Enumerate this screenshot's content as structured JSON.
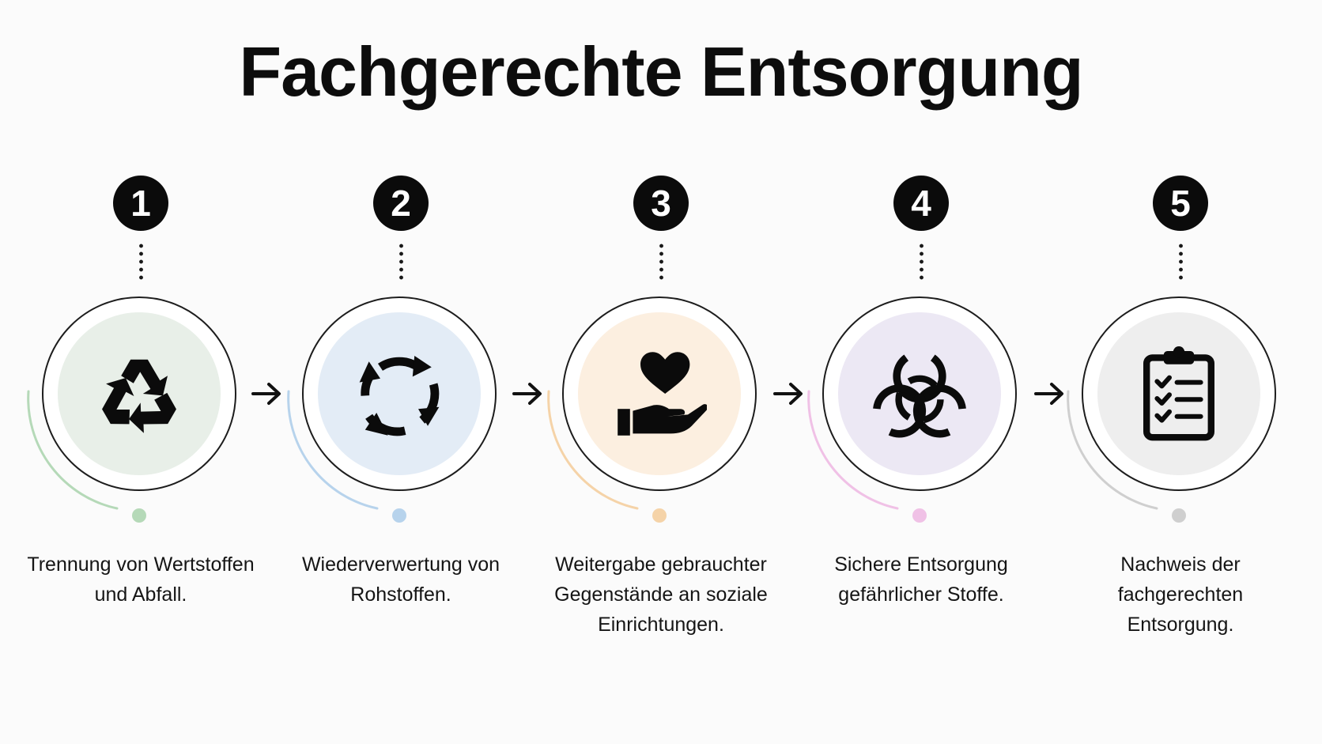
{
  "title": "Fachgerechte Entsorgung",
  "steps": [
    {
      "number": "1",
      "caption": "Trennung von Wertstoffen und Abfall.",
      "icon": "recycle-icon",
      "tint": "#e8efe8",
      "accent": "#b5d9b8"
    },
    {
      "number": "2",
      "caption": "Wiederverwertung von Rohstoffen.",
      "icon": "cycle-arrows-icon",
      "tint": "#e3ecf6",
      "accent": "#b7d3ec"
    },
    {
      "number": "3",
      "caption": "Weitergabe gebrauchter Gegenstände an soziale Einrichtungen.",
      "icon": "heart-hand-icon",
      "tint": "#fcefe0",
      "accent": "#f5d3a8"
    },
    {
      "number": "4",
      "caption": "Sichere Entsorgung gefährlicher Stoffe.",
      "icon": "biohazard-icon",
      "tint": "#ece8f4",
      "accent": "#f0c1e6"
    },
    {
      "number": "5",
      "caption": "Nachweis der fachgerechten Entsorgung.",
      "icon": "clipboard-checklist-icon",
      "tint": "#eeeeee",
      "accent": "#cfcfcf"
    }
  ]
}
